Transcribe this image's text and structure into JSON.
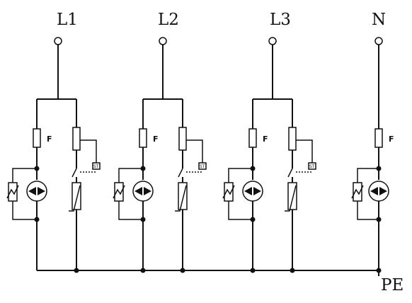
{
  "diagram": {
    "terminals": [
      {
        "label": "L1",
        "type": "phase"
      },
      {
        "label": "L2",
        "type": "phase"
      },
      {
        "label": "L3",
        "type": "phase"
      },
      {
        "label": "N",
        "type": "neutral"
      }
    ],
    "fuse_label": "F",
    "indicator_label": "ST",
    "ground_label": "PE"
  }
}
